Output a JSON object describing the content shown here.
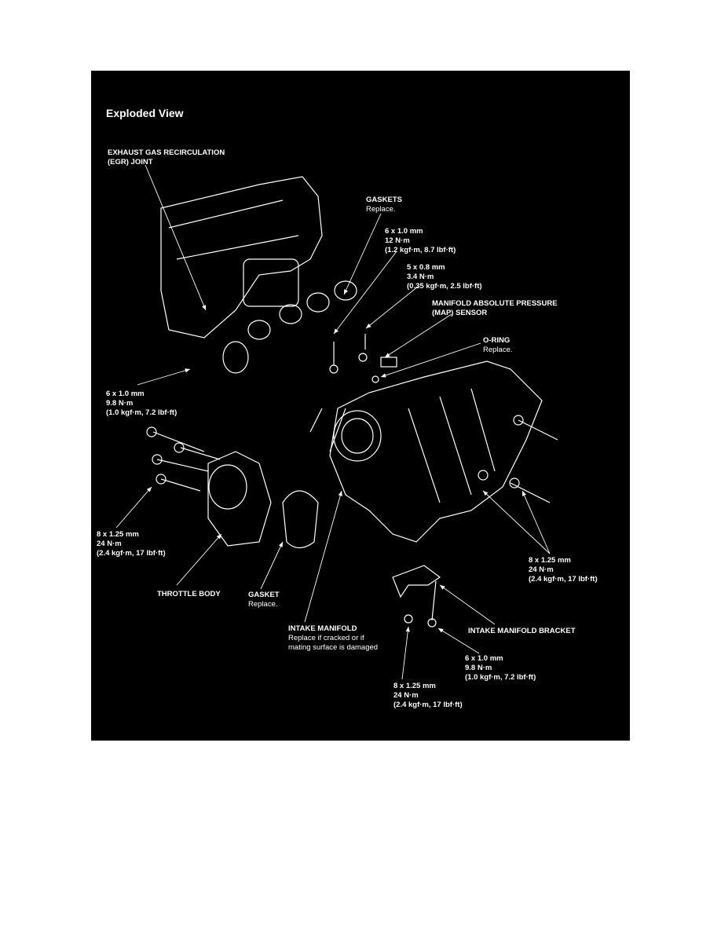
{
  "title": "Exploded View",
  "labels": {
    "egr": {
      "line1": "EXHAUST GAS RECIRCULATION",
      "line2": "(EGR) JOINT"
    },
    "gaskets": {
      "name": "GASKETS",
      "note": "Replace."
    },
    "bolt_6x10_12": {
      "size": "6 x 1.0 mm",
      "torque": "12 N·m",
      "alt": "(1.2 kgf·m, 8.7 lbf·ft)"
    },
    "bolt_5x08": {
      "size": "5 x 0.8 mm",
      "torque": "3.4 N·m",
      "alt": "(0.35 kgf·m, 2.5 lbf·ft)"
    },
    "map_sensor": {
      "line1": "MANIFOLD ABSOLUTE PRESSURE",
      "line2": "(MAP) SENSOR"
    },
    "o_ring": {
      "name": "O-RING",
      "note": "Replace."
    },
    "bolt_6x10_left": {
      "size": "6 x 1.0 mm",
      "torque": "9.8 N·m",
      "alt": "(1.0 kgf·m, 7.2 lbf·ft)"
    },
    "bolt_8x125_left": {
      "size": "8 x 1.25 mm",
      "torque": "24 N·m",
      "alt": "(2.4 kgf·m, 17 lbf·ft)"
    },
    "throttle_body": {
      "name": "THROTTLE BODY"
    },
    "gasket": {
      "name": "GASKET",
      "note": "Replace."
    },
    "intake_manifold": {
      "name": "INTAKE MANIFOLD",
      "note1": "Replace if cracked or if",
      "note2": "mating surface is damaged"
    },
    "bolt_8x125_right": {
      "size": "8 x 1.25 mm",
      "torque": "24 N·m",
      "alt": "(2.4 kgf·m, 17 lbf·ft)"
    },
    "bracket": {
      "name": "INTAKE MANIFOLD BRACKET"
    },
    "bolt_6x10_bottom": {
      "size": "6 x 1.0 mm",
      "torque": "9.8 N·m",
      "alt": "(1.0 kgf·m, 7.2 lbf·ft)"
    },
    "bolt_8x125_bottom": {
      "size": "8 x 1.25 mm",
      "torque": "24 N·m",
      "alt": "(2.4 kgf·m, 17 lbf·ft)"
    }
  },
  "colors": {
    "background": "#000000",
    "linework": "#ffffff",
    "page": "#ffffff"
  }
}
